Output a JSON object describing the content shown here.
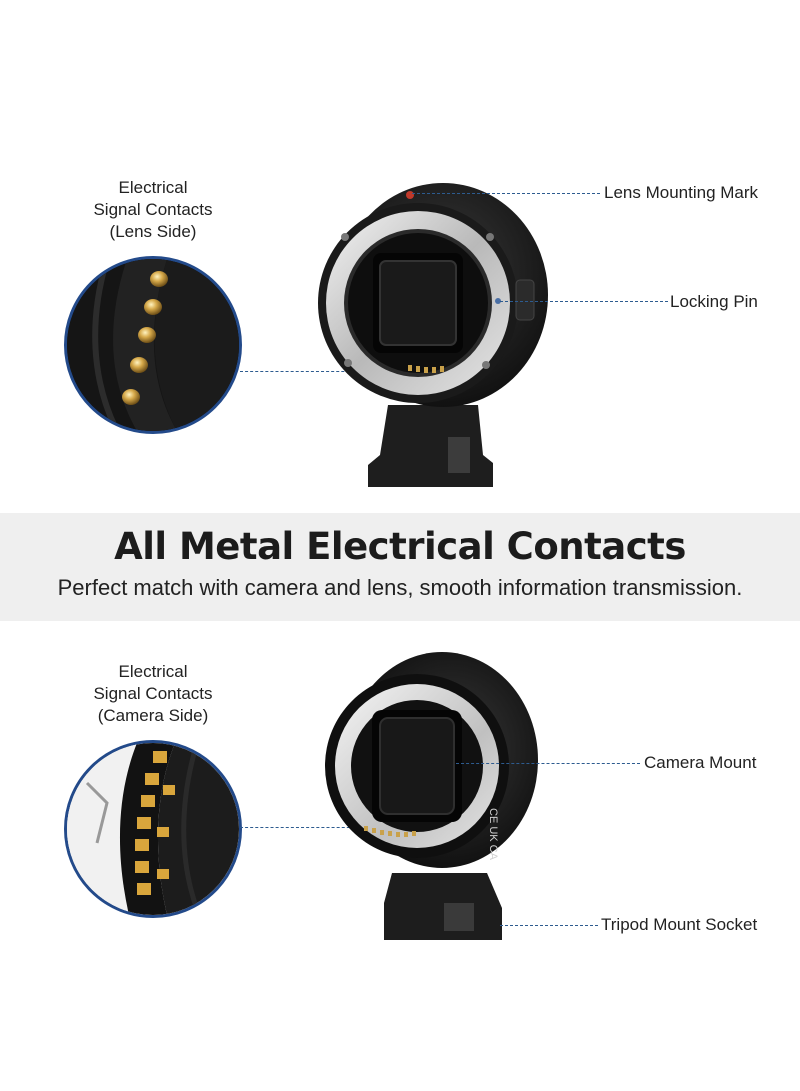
{
  "top": {
    "contact_label": [
      "Electrical",
      "Signal Contacts",
      "(Lens Side)"
    ],
    "lens_mounting_mark": "Lens Mounting Mark",
    "locking_pin": "Locking Pin"
  },
  "banner": {
    "title": "All Metal Electrical Contacts",
    "subtitle": "Perfect match with camera and lens, smooth information transmission."
  },
  "bottom": {
    "contact_label": [
      "Electrical",
      "Signal Contacts",
      "(Camera Side)"
    ],
    "camera_mount": "Camera Mount",
    "tripod_socket": "Tripod Mount Socket",
    "body_marks": "CE UK CA"
  },
  "colors": {
    "leader": "#2d5b8f",
    "circle_border": "#234a8a",
    "band": "#efefef",
    "gold": "#c9a14a"
  }
}
